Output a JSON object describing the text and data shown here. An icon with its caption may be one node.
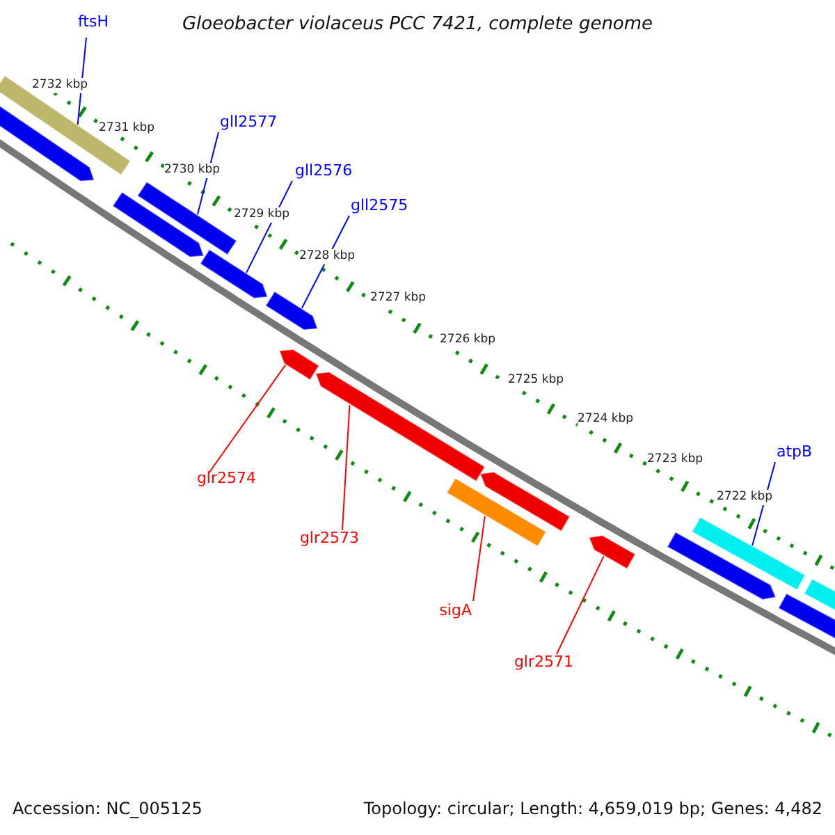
{
  "diagram": {
    "title": "Gloeobacter violaceus PCC 7421, complete genome",
    "nodes": [
      {
        "text": [
          "ftsH"
        ]
      },
      {
        "text": [
          "gll2577"
        ]
      },
      {
        "text": [
          "gll2576"
        ]
      },
      {
        "text": [
          "gll2575"
        ]
      },
      {
        "text": [
          "atpB"
        ]
      },
      {
        "text": [
          "glr2574"
        ]
      },
      {
        "text": [
          "glr2573"
        ]
      },
      {
        "text": [
          "sigA"
        ]
      },
      {
        "text": [
          "glr2571"
        ]
      },
      {
        "text": [],
        "shape": "bar"
      },
      {
        "text": [],
        "shape": "bar"
      },
      {
        "text": [],
        "shape": "bar"
      },
      {
        "text": [],
        "shape": "bar"
      },
      {
        "text": [],
        "shape": "bar"
      },
      {
        "text": [],
        "shape": "bar"
      },
      {
        "text": [],
        "shape": "bar"
      },
      {
        "text": [],
        "shape": "bar"
      },
      {
        "text": [],
        "shape": "bar"
      },
      {
        "text": [],
        "shape": "bar"
      },
      {
        "text": [],
        "shape": "bar"
      },
      {
        "text": [],
        "shape": "bar"
      },
      {
        "text": [],
        "shape": "bar"
      },
      {
        "text": [],
        "shape": "bar"
      },
      {
        "text": [],
        "shape": "bar"
      }
    ],
    "edges": [
      {
        "from": 0,
        "to": 9,
        "arrow": "none"
      },
      {
        "from": 1,
        "to": 12,
        "arrow": "none"
      },
      {
        "from": 2,
        "to": 13,
        "arrow": "none"
      },
      {
        "from": 3,
        "to": 14,
        "arrow": "none"
      },
      {
        "from": 4,
        "to": 21,
        "arrow": "none"
      },
      {
        "from": 5,
        "to": 15,
        "arrow": "none",
        "color": "#ff0000"
      },
      {
        "from": 6,
        "to": 16,
        "arrow": "none",
        "color": "#ff0000"
      },
      {
        "from": 7,
        "to": 17,
        "arrow": "none",
        "color": "#ff0000"
      },
      {
        "from": 8,
        "to": 19,
        "arrow": "none",
        "color": "#ff0000"
      }
    ],
    "labels": [
      "2732 kbp",
      "2731 kbp",
      "2730 kbp",
      "2729 kbp",
      "2728 kbp",
      "2727 kbp",
      "2726 kbp",
      "2725 kbp",
      "2724 kbp",
      "2723 kbp",
      "2722 kbp",
      "Accession: NC_005125",
      "Topology: circular; Length: 4,659,019 bp; Genes: 4,482"
    ]
  }
}
